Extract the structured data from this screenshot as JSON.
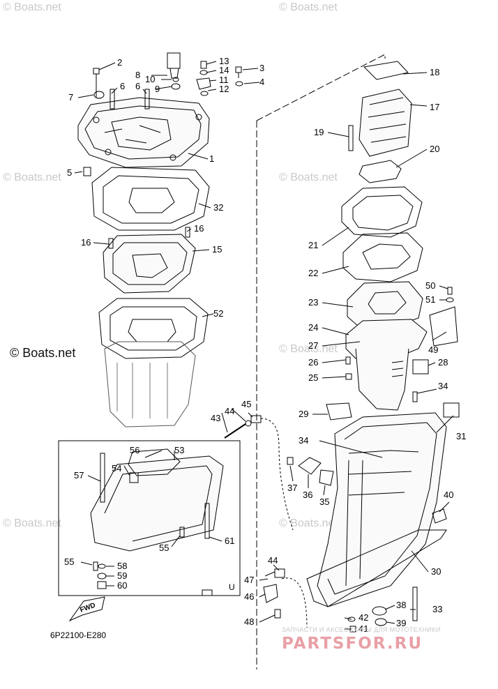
{
  "watermarks": {
    "corner": "© Boats.net",
    "main": "© Boats.net"
  },
  "diagram_code": "6P22100-E280",
  "fwd_label": "FWD",
  "inset_mark": "U",
  "shop": {
    "tagline": "ЗАПЧАСТИ И АКСЕССУАРЫ ДЛЯ МОТОТЕХНИКИ",
    "logo": "PARTSFOR.RU"
  },
  "callouts": [
    "1",
    "2",
    "3",
    "4",
    "5",
    "6",
    "6",
    "7",
    "8",
    "9",
    "10",
    "11",
    "12",
    "13",
    "14",
    "15",
    "16",
    "16",
    "17",
    "18",
    "19",
    "20",
    "21",
    "22",
    "23",
    "24",
    "25",
    "26",
    "27",
    "28",
    "29",
    "30",
    "31",
    "32",
    "33",
    "34",
    "34",
    "35",
    "36",
    "37",
    "38",
    "39",
    "40",
    "41",
    "42",
    "43",
    "44",
    "44",
    "45",
    "46",
    "47",
    "48",
    "49",
    "50",
    "51",
    "52",
    "53",
    "54",
    "55",
    "55",
    "56",
    "57",
    "58",
    "59",
    "60",
    "61"
  ],
  "colors": {
    "line": "#000000",
    "watermark": "#c8c8c8",
    "shop_logo": "#e8a0a6"
  }
}
